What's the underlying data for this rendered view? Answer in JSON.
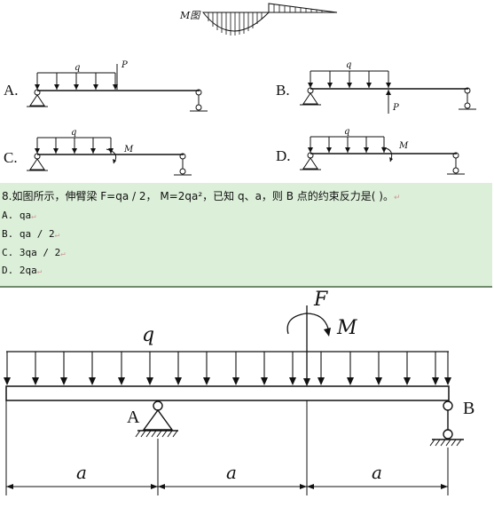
{
  "top_figure": {
    "moment_diagram_label": "M图",
    "options": [
      {
        "letter": "A.",
        "load": "q",
        "force": "P"
      },
      {
        "letter": "B.",
        "load": "q",
        "force": "P"
      },
      {
        "letter": "C.",
        "load": "q",
        "moment": "M"
      },
      {
        "letter": "D.",
        "load": "q",
        "moment": "M"
      }
    ]
  },
  "question": {
    "number": "8.",
    "text": "如图所示，伸臂梁 F=qa / 2， M=2qa²，已知 q、a，则 B 点的约束反力是(    )。",
    "return_mark": "↵",
    "options": [
      {
        "text": " A. qa"
      },
      {
        "text": "B. qa / 2"
      },
      {
        "text": " C. 3qa / 2"
      },
      {
        "text": " D. 2qa"
      }
    ]
  },
  "bottom_figure": {
    "load_label": "q",
    "force_label": "F",
    "moment_label": "M",
    "support_a": "A",
    "support_b": "B",
    "dimension_labels": [
      "a",
      "a",
      "a"
    ]
  }
}
